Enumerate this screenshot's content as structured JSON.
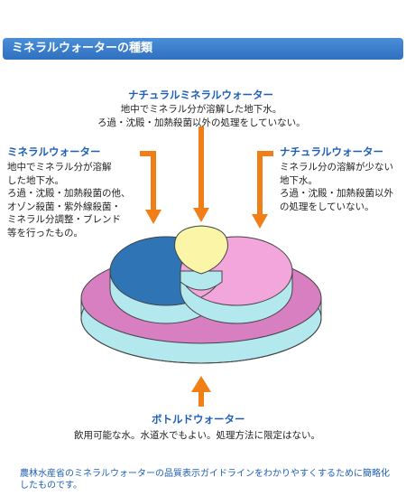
{
  "header": {
    "title": "ミネラルウォーターの種類"
  },
  "natural_mineral": {
    "title": "ナチュラルミネラルウォーター",
    "desc": [
      "地中でミネラル分が溶解した地下水。",
      "ろ過・沈殿・加熱殺菌以外の処理をしていない。"
    ]
  },
  "mineral": {
    "title": "ミネラルウォーター",
    "desc": [
      "地中でミネラル分が溶解",
      "した地下水。",
      "ろ過・沈殿・加熱殺菌の他、",
      "オゾン殺菌・紫外線殺菌・",
      "ミネラル分調整・ブレンド",
      "等を行ったもの。"
    ]
  },
  "natural": {
    "title": "ナチュラルウォーター",
    "desc": [
      "ミネラル分の溶解が少ない",
      "地下水。",
      "ろ過・沈殿・加熱殺菌以外",
      "の処理をしていない。"
    ]
  },
  "bottled": {
    "title": "ボトルドウォーター",
    "desc": "飲用可能な水。水道水でもよい。処理方法に限定はない。"
  },
  "footnote": [
    "農林水産省のミネラルウォーターの品質表示ガイドラインをわかりやすくするために簡略化",
    "したものです。"
  ],
  "colors": {
    "accent": "#2f6fc0",
    "arrow": "#f07f17",
    "bottled_disc": "#d77fc0",
    "mineral_top": "#2f74b5",
    "natural_top": "#f2a6dc",
    "center_top": "#fbf5a8",
    "side": "#b3e8ef"
  }
}
